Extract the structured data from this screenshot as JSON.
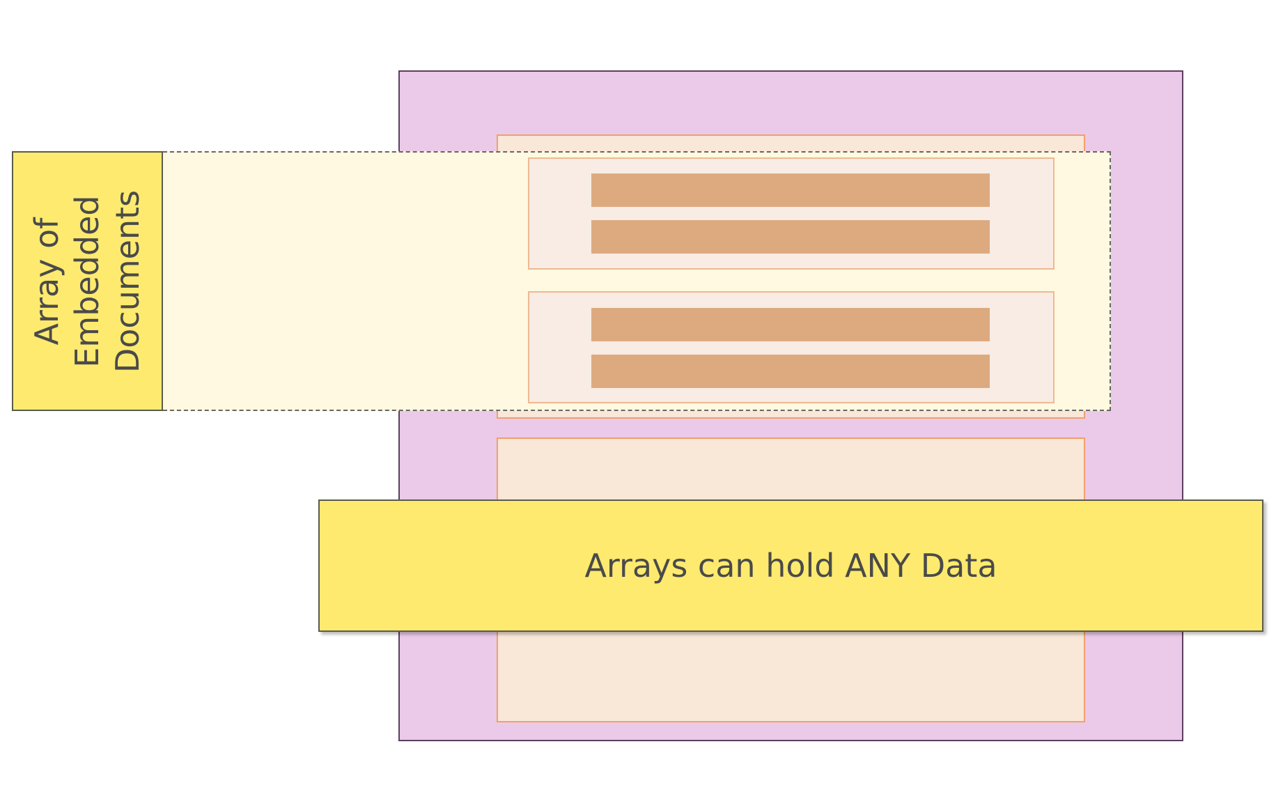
{
  "diagram": {
    "side_label": {
      "lines": [
        "Array of",
        "Embedded",
        "Documents"
      ]
    },
    "caption": "Arrays can hold ANY Data",
    "colors": {
      "document_fill": "#ebc9e8",
      "document_border": "#5b3f5f",
      "nested_fill": "#f9e7d8",
      "nested_border": "#f0a06b",
      "highlight_fill": "#fef9e0",
      "embedded_fill": "#f8ece4",
      "field_fill": "#ddaa7f",
      "label_fill": "#fdea6f",
      "text": "#4a4a4a"
    }
  }
}
